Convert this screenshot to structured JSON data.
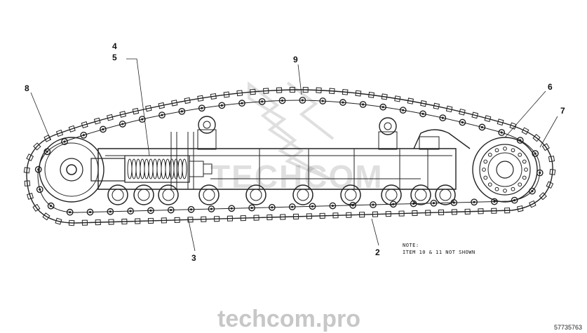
{
  "callouts": {
    "c2": "2",
    "c3": "3",
    "c4": "4",
    "c5": "5",
    "c6": "6",
    "c7": "7",
    "c8": "8",
    "c9": "9"
  },
  "note": {
    "line1": "NOTE:",
    "line2": "ITEM 10 & 11 NOT SHOWN"
  },
  "watermark": {
    "brand": "TECHCOM",
    "site": "techcom.pro"
  },
  "reference_number": "57735763"
}
